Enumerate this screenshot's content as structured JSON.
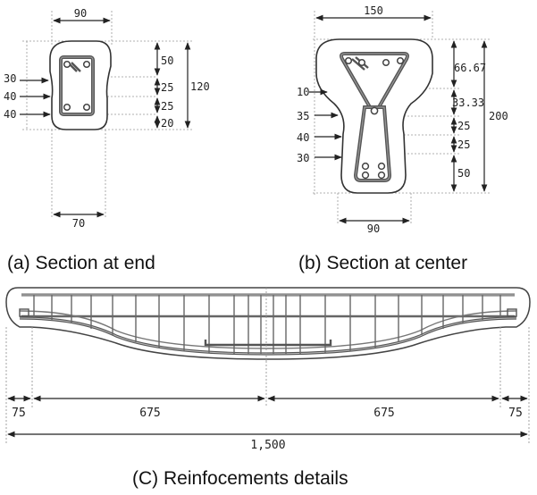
{
  "captions": {
    "a": "(a)  Section at end",
    "b": "(b)  Section at center",
    "c": "(C)  Reinfocements details"
  },
  "section_end": {
    "width_top": "90",
    "width_bottom": "70",
    "left_dims": [
      "30",
      "40",
      "40"
    ],
    "right_dims": [
      "50",
      "25",
      "25",
      "20"
    ],
    "total_height": "120"
  },
  "section_center": {
    "width_top": "150",
    "width_bottom": "90",
    "left_dims": [
      "10",
      "35",
      "40",
      "30"
    ],
    "right_dims": [
      "66.67",
      "33.33",
      "25",
      "25",
      "50"
    ],
    "total_height": "200"
  },
  "reinforcement": {
    "spans": [
      "75",
      "675",
      "675",
      "75"
    ],
    "total_length": "1,500"
  }
}
